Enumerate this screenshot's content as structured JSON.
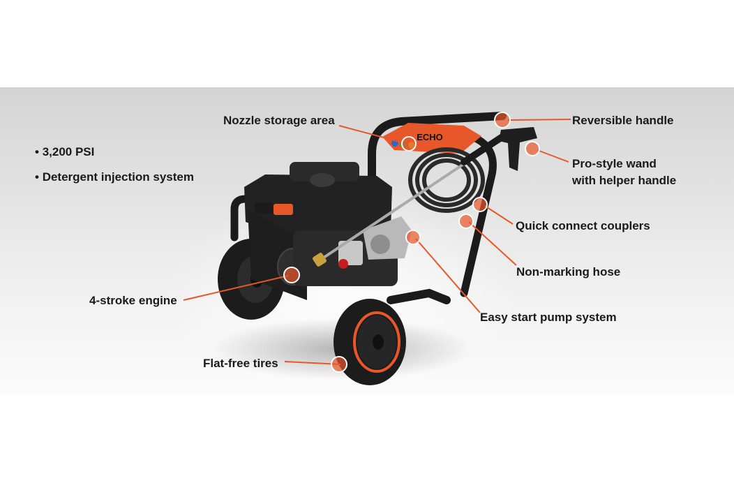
{
  "features": [
    "3,200 PSI",
    "Detergent injection system"
  ],
  "callouts": {
    "nozzle_storage": "Nozzle storage area",
    "reversible_handle": "Reversible handle",
    "pro_style_wand_line1": "Pro-style wand",
    "pro_style_wand_line2": "with helper handle",
    "quick_connect": "Quick connect couplers",
    "non_marking_hose": "Non-marking hose",
    "easy_start": "Easy start pump system",
    "four_stroke": "4-stroke engine",
    "flat_free": "Flat-free tires"
  },
  "brand": {
    "name": "ECHO",
    "accent_color": "#e8572a",
    "frame_color": "#1b1b1b"
  }
}
